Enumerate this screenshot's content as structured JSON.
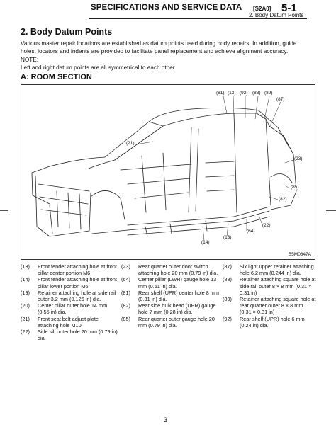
{
  "header": {
    "title": "SPECIFICATIONS AND SERVICE DATA",
    "code": "[S2A0]",
    "page_number": "5-1",
    "subtitle": "2.  Body Datum Points"
  },
  "section": {
    "heading": "2.  Body Datum Points",
    "intro": "Various master repair locations are established as datum points used during body repairs. In addition, guide holes, locators and indents are provided to facilitate panel replacement and achieve alignment accuracy.",
    "note_label": "NOTE:",
    "note_text": "Left and right datum points are all symmetrical to each other.",
    "subheading": "A:  ROOM SECTION"
  },
  "figure": {
    "code": "B5M0847A",
    "callouts": [
      "(81)",
      "(13)",
      "(92)",
      "(88)",
      "(89)",
      "(87)",
      "(21)",
      "(23)",
      "(85)",
      "(82)",
      "(22)",
      "(64)",
      "(13)",
      "(14)"
    ]
  },
  "legend": {
    "col1": [
      {
        "num": "(13)",
        "text": "Front fender attaching hole at front pillar center portion M6"
      },
      {
        "num": "(14)",
        "text": "Front fender attaching hole at front pillar lower portion M6"
      },
      {
        "num": "(19)",
        "text": "Retainer attaching hole at side rail outer 3.2 mm (0.126 in) dia."
      },
      {
        "num": "(20)",
        "text": "Center pillar outer hole 14 mm (0.55 in) dia."
      },
      {
        "num": "(21)",
        "text": "Front seat belt adjust plate attaching hole M10"
      },
      {
        "num": "(22)",
        "text": "Side sill outer hole 20 mm (0.79 in) dia."
      }
    ],
    "col2": [
      {
        "num": "(23)",
        "text": "Rear quarter outer door switch attaching hole 20 mm (0.79 in) dia."
      },
      {
        "num": "(64)",
        "text": "Center pillar (LWR) gauge hole 13 mm (0.51 in) dia."
      },
      {
        "num": "(81)",
        "text": "Rear shelf (UPR) center hole 8 mm (0.31 in) dia."
      },
      {
        "num": "(82)",
        "text": "Rear side bulk head (UPR) gauge hole 7 mm (0.28 in) dia."
      },
      {
        "num": "(85)",
        "text": "Rear quarter outer gauge hole 20 mm (0.79 in) dia."
      }
    ],
    "col3": [
      {
        "num": "(87)",
        "text": "Six light upper retainer attaching hole 6.2 mm (0.244 in) dia."
      },
      {
        "num": "(88)",
        "text": "Retainer attaching square hole at side rail outer 8 × 8 mm (0.31 × 0.31 in)"
      },
      {
        "num": "(89)",
        "text": "Retainer attaching square hole at rear quarter outer 8 × 8 mm (0.31 × 0.31 in)"
      },
      {
        "num": "(92)",
        "text": "Rear shelf (UPR) hole 6 mm (0.24 in) dia."
      }
    ]
  },
  "footer": {
    "page": "3"
  }
}
